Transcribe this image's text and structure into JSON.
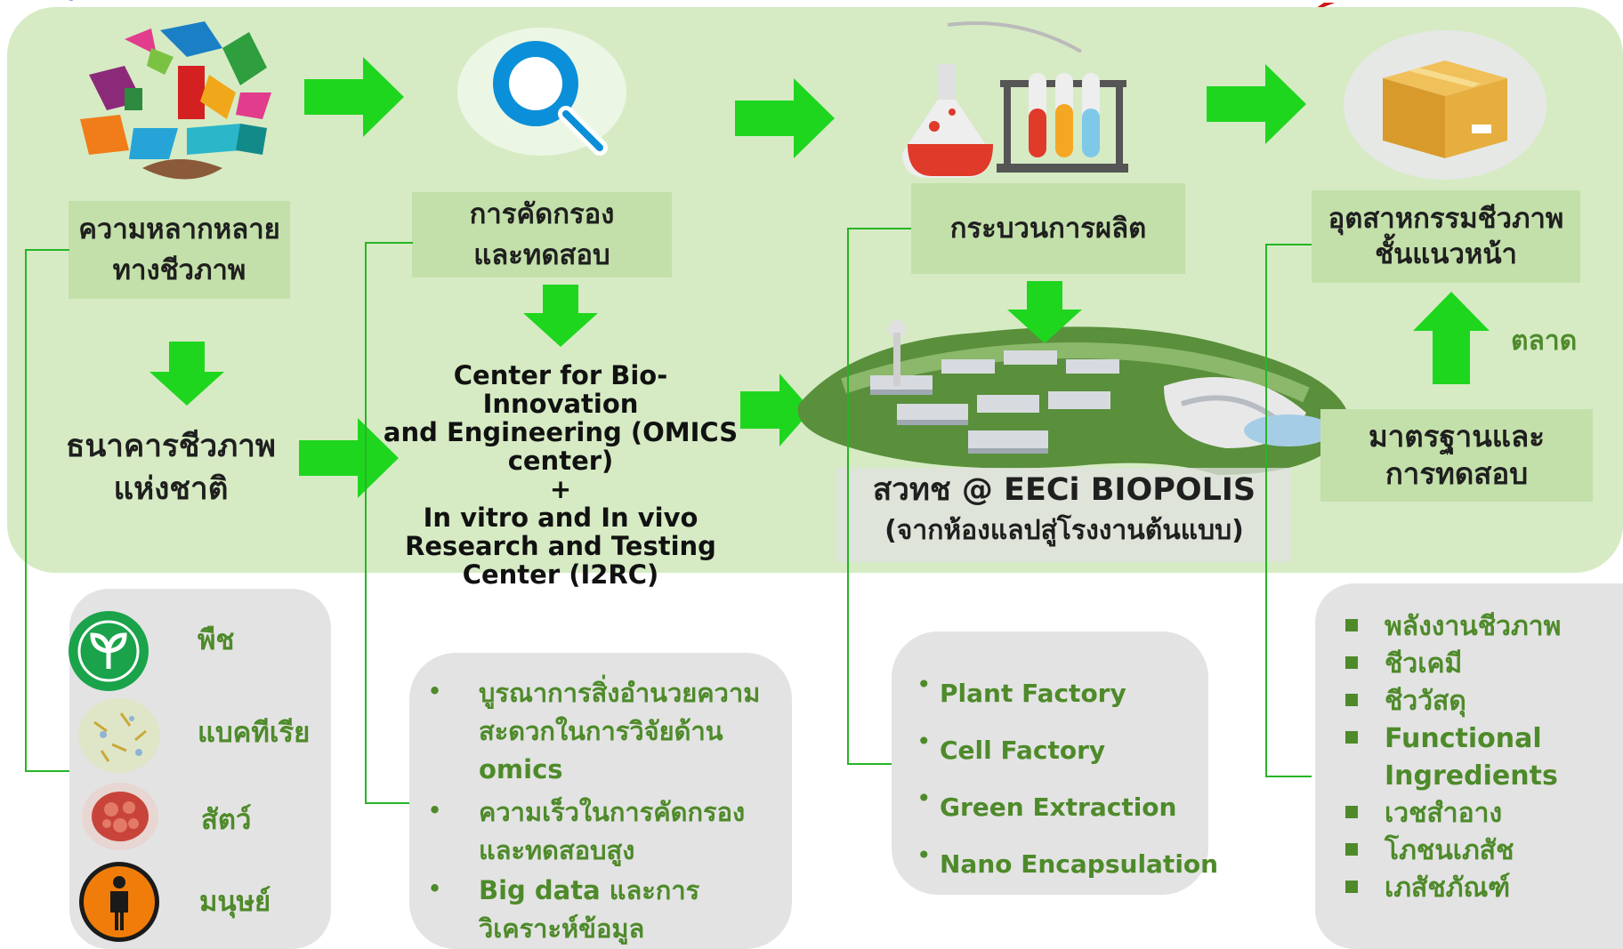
{
  "flow": {
    "biodiversity": "ความหลากหลาย\nทางชีวภาพ",
    "screening": "การคัดกรอง\nและทดสอบ",
    "production": "กระบวนการผลิต",
    "industry": "อุตสาหกรรมชีวภาพ\nชั้นแนวหน้า",
    "biobank": "ธนาคารชีวภาพ\nแห่งชาติ",
    "center": "Center for Bio-Innovation\nand Engineering (OMICS\ncenter)\n+\nIn vitro and In vivo\nResearch and Testing\nCenter (I2RC)",
    "biopolis_title": "สวทช @ EECi BIOPOLIS",
    "biopolis_sub": "(จากห้องแลปสู่โรงงานต้นแบบ)",
    "standards": "มาตรฐานและ\nการทดสอบ",
    "market": "ตลาด"
  },
  "sources": [
    {
      "label": "พืช",
      "icon": "plant-icon"
    },
    {
      "label": "แบคทีเรีย",
      "icon": "bacteria-icon"
    },
    {
      "label": "สัตว์",
      "icon": "animal-cell-icon"
    },
    {
      "label": "มนุษย์",
      "icon": "human-icon"
    }
  ],
  "omics_points": [
    "บูรณาการสิ่งอำนวยความ\nสะดวกในการวิจัยด้าน\nomics",
    "ความเร็วในการคัดกรอง\nและทดสอบสูง",
    "Big data และการ\nวิเคราะห์ข้อมูล"
  ],
  "factory_points": [
    "Plant Factory",
    "Cell Factory",
    "Green Extraction",
    "Nano Encapsulation"
  ],
  "products": [
    "พลังงานชีวภาพ",
    "ชีวเคมี",
    "ชีววัสดุ",
    "Functional\nIngredients",
    "เวชสำอาง",
    "โภชนเภสัช",
    "เภสัชภัณฑ์"
  ],
  "colors": {
    "panel": "#d6ebc4",
    "label_box": "#c3e0aa",
    "arrow": "#1fd61f",
    "text_green": "#4e8a2a",
    "grey_box": "#e3e3e3"
  }
}
